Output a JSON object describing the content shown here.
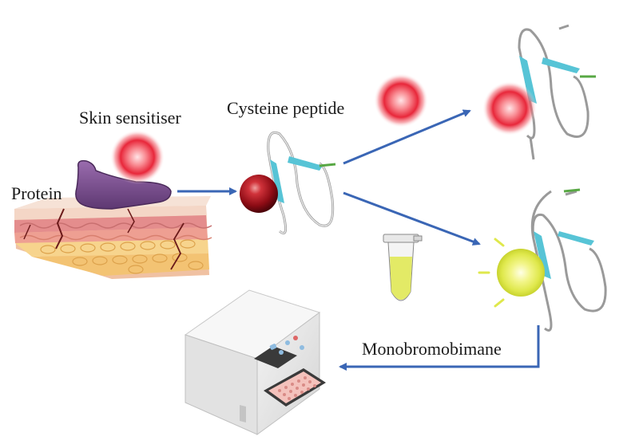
{
  "labels": {
    "skin_sensitiser": "Skin sensitiser",
    "cysteine_peptide": "Cysteine peptide",
    "protein": "Protein",
    "monobromobimane": "Monobromobimane"
  },
  "icons": {
    "sensitiser": "red-sphere-icon",
    "peptide": "peptide-ribbon-icon",
    "reagent": "microcentrifuge-tube-icon",
    "reader": "plate-reader-icon",
    "fluorescence": "yellow-glowing-sphere-icon"
  },
  "colors": {
    "arrow": "#3a66b5",
    "sensitiser_red": "#e8273a",
    "dark_red": "#a3101a",
    "fluor_yellow": "#dfe84c",
    "ribbon_cyan": "#57c4d6",
    "ribbon_green": "#58a844",
    "protein_purple": "#7a4e8c"
  }
}
